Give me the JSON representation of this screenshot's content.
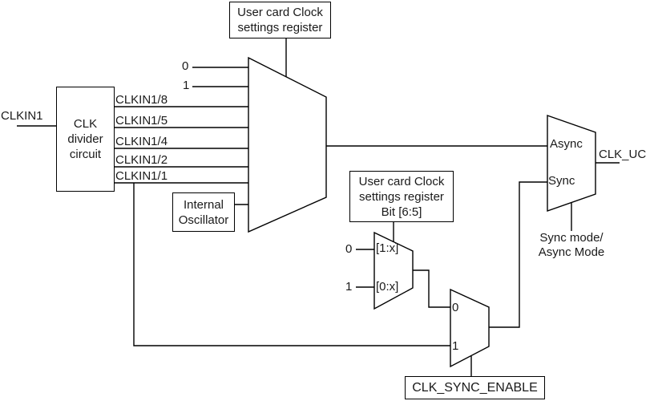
{
  "colors": {
    "wire": "#000000",
    "text": "#1a1a1a",
    "background": "#ffffff"
  },
  "blocks": {
    "settings_register_top": {
      "line1": "User card Clock",
      "line2": "settings register"
    },
    "clk_divider": {
      "line1": "CLK",
      "line2": "divider",
      "line3": "circuit"
    },
    "internal_oscillator": {
      "line1": "Internal",
      "line2": "Oscillator"
    },
    "settings_register_bits": {
      "line1": "User card Clock",
      "line2": "settings register",
      "line3": "Bit [6:5]"
    },
    "clk_sync_enable": {
      "label": "CLK_SYNC_ENABLE"
    }
  },
  "signals": {
    "clkin1": "CLKIN1",
    "clk_uc": "CLK_UC",
    "divider_outputs": [
      "CLKIN1/8",
      "CLKIN1/5",
      "CLKIN1/4",
      "CLKIN1/2",
      "CLKIN1/1"
    ],
    "main_mux_inputs": [
      "0",
      "1"
    ],
    "bit_mux": {
      "input0": "0",
      "input1": "1",
      "tap_upper": "[1:x]",
      "tap_lower": "[0:x]"
    },
    "sync_mux": {
      "input0": "0",
      "input1": "1"
    },
    "output_mux": {
      "async_label": "Async",
      "sync_label": "Sync"
    },
    "mode_label": {
      "line1": "Sync mode/",
      "line2": "Async Mode"
    }
  }
}
